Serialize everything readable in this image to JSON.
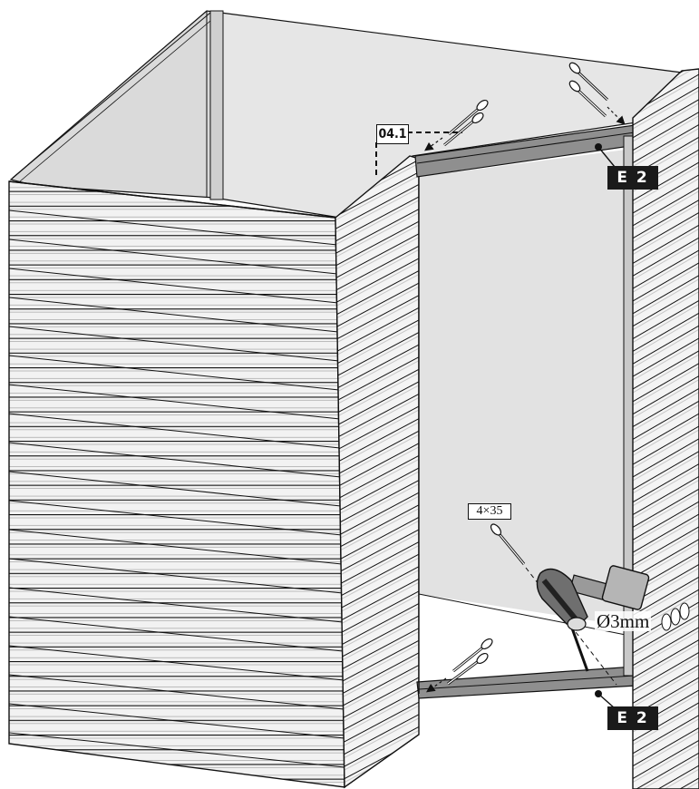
{
  "labels": {
    "reference_step": "04.1",
    "part_top": "E 2",
    "part_bottom": "E 2",
    "screw_size": "4×35",
    "drill_size": "Ø3mm"
  },
  "colors": {
    "line": "#111111",
    "wall_light": "#f4f4f4",
    "wall_shade": "#dcdcdc",
    "inner_back": "#e4e4e4",
    "frame_gray": "#8f8f8f",
    "tag_bg": "#1a1a1a"
  },
  "icons": [
    "screw-icon",
    "drill-icon",
    "dashed-arrow-icon"
  ]
}
